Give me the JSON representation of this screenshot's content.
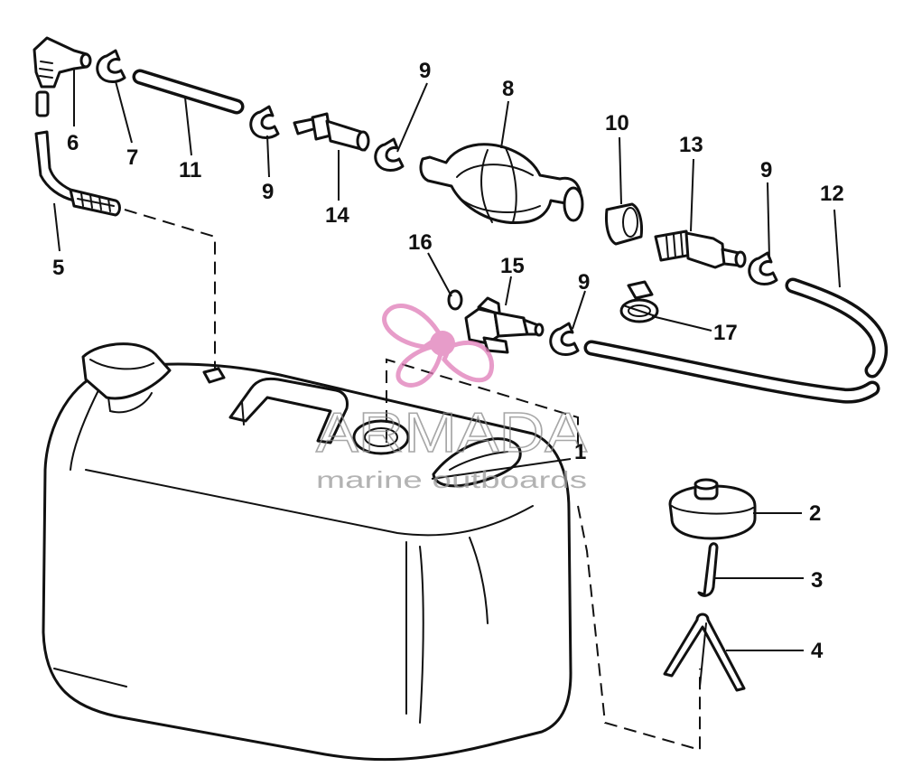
{
  "labels": {
    "p1": "1",
    "p2": "2",
    "p3": "3",
    "p4": "4",
    "p5": "5",
    "p6": "6",
    "p7": "7",
    "p8": "8",
    "p9a": "9",
    "p9b": "9",
    "p9c": "9",
    "p9d": "9",
    "p10": "10",
    "p11": "11",
    "p12": "12",
    "p13": "13",
    "p14": "14",
    "p15": "15",
    "p16": "16",
    "p17": "17"
  },
  "watermark": {
    "brand": "ARMADA",
    "tagline": "marine outboards",
    "accent_color": "#e07bb8"
  },
  "colors": {
    "ink": "#111111",
    "paper": "#ffffff"
  }
}
